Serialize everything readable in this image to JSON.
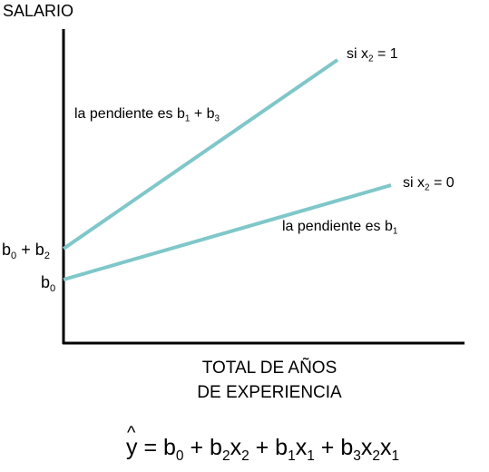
{
  "y_axis_title": "SALARIO",
  "x_axis_title_line1": "TOTAL DE AÑOS",
  "x_axis_title_line2": "DE EXPERIENCIA",
  "upper_line": {
    "label_pre": "si x",
    "label_sub": "2",
    "label_post": " = 1",
    "slope_pre": "la pendiente es b",
    "slope_sub1": "1",
    "slope_mid": " + b",
    "slope_sub2": "3"
  },
  "lower_line": {
    "label_pre": "si x",
    "label_sub": "2",
    "label_post": " = 0",
    "slope_pre": "la pendiente es  b",
    "slope_sub1": "1"
  },
  "intercept_upper": {
    "b1": "b",
    "s1": "0",
    "plus": " + b",
    "s2": "2"
  },
  "intercept_lower": {
    "b": "b",
    "s": "0"
  },
  "formula": {
    "y": "y",
    "eq": " = b",
    "s0": "0",
    "p1": " + b",
    "s2a": "2",
    "x1": "x",
    "s2b": "2",
    "p2": " + b",
    "s1a": "1",
    "x2": "x",
    "s1b": "1",
    "p3": " + b",
    "s3": "3",
    "x3": "x",
    "s2c": "2",
    "x4": "x",
    "s1c": "1"
  },
  "colors": {
    "line": "#7fc7c9",
    "axis": "#000000"
  }
}
